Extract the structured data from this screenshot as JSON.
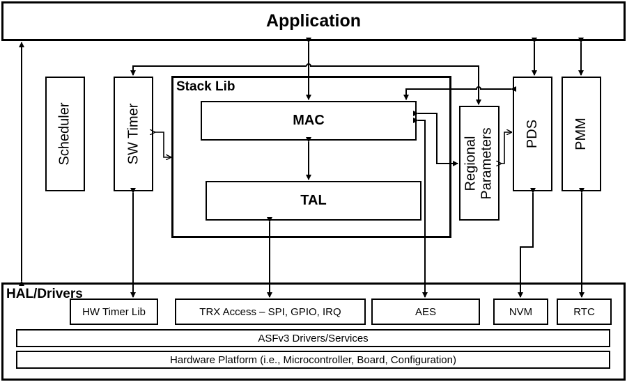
{
  "application": {
    "label": "Application"
  },
  "side_modules": {
    "scheduler": "Scheduler",
    "sw_timer": "SW Timer",
    "regional_parameters": [
      "Regional",
      "Parameters"
    ],
    "pds": "PDS",
    "pmm": "PMM"
  },
  "stack_lib": {
    "label": "Stack Lib",
    "mac": "MAC",
    "tal": "TAL"
  },
  "hal": {
    "label": "HAL/Drivers",
    "hw_timer_lib": "HW Timer Lib",
    "trx_access": "TRX Access – SPI, GPIO, IRQ",
    "aes": "AES",
    "nvm": "NVM",
    "rtc": "RTC",
    "asf_drivers": "ASFv3 Drivers/Services",
    "hardware_platform": "Hardware Platform (i.e., Microcontroller, Board, Configuration)"
  },
  "colors": {
    "line": "#000000",
    "background": "#ffffff"
  }
}
